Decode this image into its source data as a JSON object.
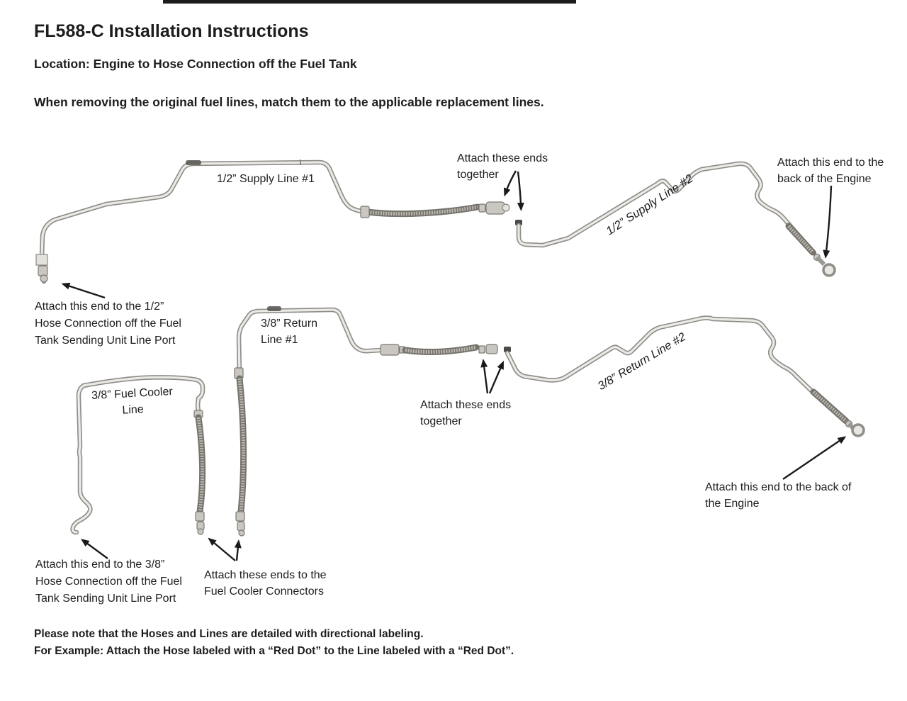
{
  "page": {
    "background": "#ffffff",
    "top_bar_color": "#1c1c1c"
  },
  "header": {
    "title": "FL588-C Installation Instructions",
    "location": "Location: Engine to Hose Connection off the Fuel Tank",
    "instruction": "When removing the original fuel lines, match them to the applicable replacement lines."
  },
  "diagram": {
    "part_labels": {
      "supply_line_1": "1/2” Supply Line #1",
      "supply_line_2": "1/2” Supply Line #2",
      "return_line_1": [
        "3/8” Return",
        "Line #1"
      ],
      "return_line_2": "3/8” Return Line #2",
      "fuel_cooler_line": [
        "3/8” Fuel Cooler",
        "Line"
      ]
    },
    "callouts": {
      "attach_ends_together_supply": [
        "Attach these ends",
        "together"
      ],
      "attach_ends_together_return": [
        "Attach these ends",
        "together"
      ],
      "attach_engine_supply": [
        "Attach this end to the",
        "back of the Engine"
      ],
      "attach_engine_return": [
        "Attach this end to the back of",
        "the Engine"
      ],
      "attach_tank_supply": [
        "Attach this end to the 1/2”",
        "Hose Connection off the Fuel",
        "Tank Sending Unit Line Port"
      ],
      "attach_tank_cooler": [
        "Attach this end to the 3/8”",
        "Hose Connection off the Fuel",
        "Tank Sending Unit Line Port"
      ],
      "attach_fuel_cooler": [
        "Attach these ends to the",
        "Fuel Cooler Connectors"
      ]
    }
  },
  "footer": {
    "note": "Please note that the Hoses and Lines are detailed with directional labeling.",
    "example": "For Example: Attach the Hose labeled with a “Red Dot” to the Line labeled with a “Red Dot”."
  },
  "colors": {
    "text": "#1d1d1d",
    "tube_outline": "#8f8d88",
    "tube_highlight": "#eceae6",
    "braid_dark": "#75736c",
    "braid_light": "#bab8af",
    "arrow": "#1a1a1a"
  }
}
